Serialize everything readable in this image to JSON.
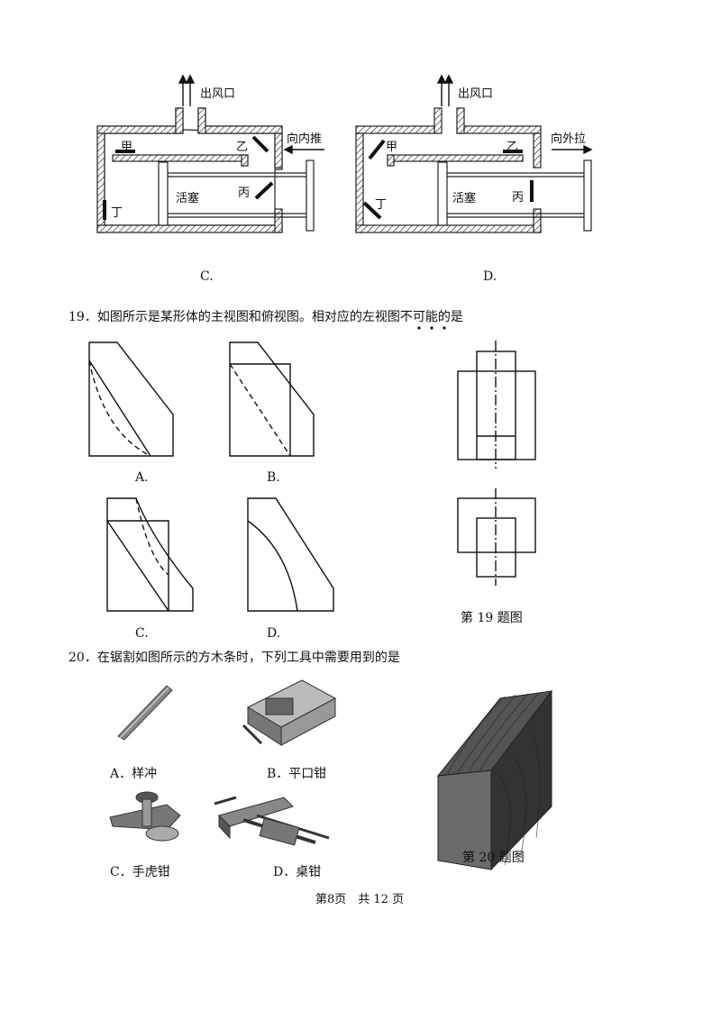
{
  "q18": {
    "c": {
      "outlet": "出风口",
      "push": "向内推",
      "jia": "甲",
      "yi": "乙",
      "bing": "丙",
      "ding": "丁",
      "piston": "活塞",
      "option": "C."
    },
    "d": {
      "outlet": "出风口",
      "pull": "向外拉",
      "jia": "甲",
      "yi": "乙",
      "bing": "丙",
      "ding": "丁",
      "piston": "活塞",
      "option": "D."
    }
  },
  "q19": {
    "stem_prefix": "19．如图所示是某形体的主视图和俯视图。相对应的左视图",
    "stem_emph": "不可能",
    "stem_suffix": "的是",
    "options": [
      "A.",
      "B.",
      "C.",
      "D."
    ],
    "figure_caption": "第 19 题图"
  },
  "q20": {
    "stem": "20．在锯割如图所示的方木条时，下列工具中需要用到的是",
    "options": [
      "A．样冲",
      "B．平口钳",
      "C．手虎钳",
      "D．桌钳"
    ],
    "figure_caption": "第 20 题图"
  },
  "footer": "第8页　共 12 页"
}
